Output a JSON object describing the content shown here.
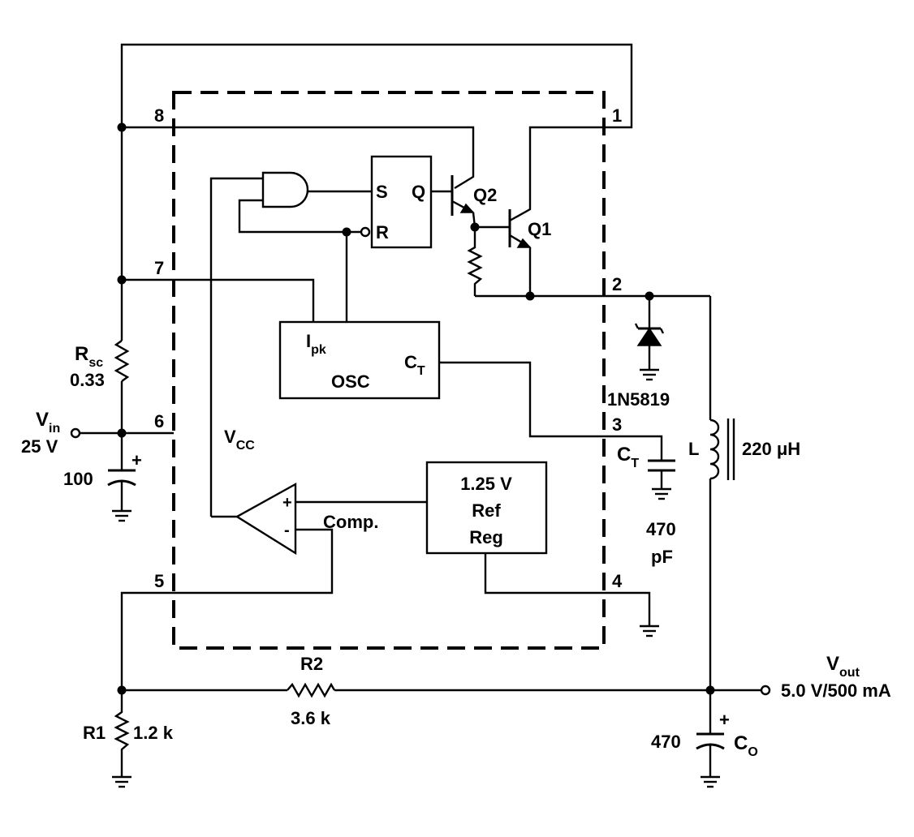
{
  "pins": {
    "p1": "1",
    "p2": "2",
    "p3": "3",
    "p4": "4",
    "p5": "5",
    "p6": "6",
    "p7": "7",
    "p8": "8"
  },
  "flipflop": {
    "s": "S",
    "q": "Q",
    "r": "R"
  },
  "transistors": {
    "q1": "Q1",
    "q2": "Q2"
  },
  "osc": {
    "ipk": "I",
    "ipk_sub": "pk",
    "name": "OSC",
    "ct": "C",
    "ct_sub": "T"
  },
  "vcc": {
    "main": "V",
    "sub": "CC"
  },
  "comparator": {
    "plus": "+",
    "minus": "-",
    "label": "Comp."
  },
  "reference": {
    "line1": "1.25 V",
    "line2": "Ref",
    "line3": "Reg"
  },
  "rsc": {
    "main": "R",
    "sub": "sc",
    "value": "0.33"
  },
  "vin": {
    "main": "V",
    "sub": "in",
    "value": "25 V"
  },
  "cin": {
    "value": "100",
    "plus": "+"
  },
  "diode": {
    "label": "1N5819"
  },
  "timing_cap": {
    "main": "C",
    "sub": "T",
    "value1": "470",
    "value2": "pF"
  },
  "inductor": {
    "name": "L",
    "value": "220 μH"
  },
  "r2": {
    "name": "R2",
    "value": "3.6 k"
  },
  "r1": {
    "name": "R1",
    "value": "1.2 k"
  },
  "vout": {
    "main": "V",
    "sub": "out",
    "value": "5.0 V/500 mA"
  },
  "cout": {
    "value": "470",
    "plus": "+",
    "main": "C",
    "sub": "O"
  }
}
